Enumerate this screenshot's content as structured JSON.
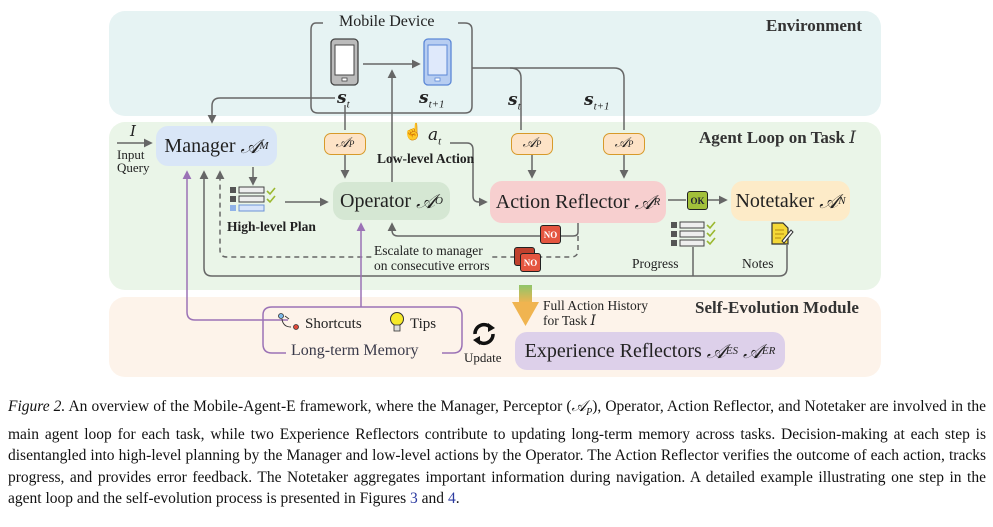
{
  "panels": {
    "environment": "Environment",
    "agent_loop": "Agent Loop on Task",
    "agent_loop_var": "I",
    "self_evolution": "Self-Evolution Module"
  },
  "mobile_device": {
    "label": "Mobile Device",
    "state_current": "s",
    "state_current_sub": "t",
    "state_next": "s",
    "state_next_sub": "t+1"
  },
  "states_right": [
    {
      "symbol": "s",
      "sub": "t"
    },
    {
      "symbol": "s",
      "sub": "t+1"
    }
  ],
  "input": {
    "var": "I",
    "label_line1": "Input",
    "label_line2": "Query"
  },
  "nodes": {
    "manager": {
      "name": "Manager",
      "symbol": "𝒜",
      "sub": "M"
    },
    "operator": {
      "name": "Operator",
      "symbol": "𝒜",
      "sub": "O"
    },
    "action_reflector": {
      "name": "Action Reflector",
      "symbol": "𝒜",
      "sub": "R"
    },
    "notetaker": {
      "name": "Notetaker",
      "symbol": "𝒜",
      "sub": "N"
    },
    "experience_reflectors": {
      "name": "Experience Reflectors",
      "symbol1": "𝒜",
      "sub1": "ES",
      "symbol2": "𝒜",
      "sub2": "ER"
    }
  },
  "perceptor": {
    "symbol": "𝒜",
    "sub": "P"
  },
  "labels": {
    "action_var": "a",
    "action_sub": "t",
    "low_level_action": "Low-level Action",
    "high_level_plan": "High-level Plan",
    "escalate_line1": "Escalate to manager",
    "escalate_line2": "on consecutive errors",
    "progress": "Progress",
    "notes": "Notes",
    "full_history_line1": "Full Action History",
    "full_history_line2": "for Task",
    "full_history_var": "I",
    "update": "Update"
  },
  "badges": {
    "ok": "OK",
    "no": "NO"
  },
  "memory": {
    "title": "Long-term Memory",
    "shortcuts": "Shortcuts",
    "tips": "Tips"
  },
  "icons": [
    "phone-icon",
    "tap-hand-icon",
    "plan-list-icon",
    "checkmark-icon",
    "progress-list-icon",
    "notes-icon",
    "shortcut-path-icon",
    "lightbulb-icon",
    "refresh-cycle-icon"
  ],
  "colors": {
    "environment_bg": "#e6f3f3",
    "agent_loop_bg": "#eaf5e8",
    "self_evolution_bg": "#fdf3ea",
    "manager": "#d9e6f7",
    "operator": "#d5e7d3",
    "action_reflector": "#f7cfcf",
    "notetaker": "#fdebc8",
    "experience_reflectors": "#ddd0ea",
    "perceptor": "#fde3c6",
    "memory_line": "#9b72b6",
    "arrow": "#666666"
  },
  "caption": {
    "figure_label": "Figure 2.",
    "text_1": " An overview of the Mobile-Agent-E framework, where the Manager, Perceptor (",
    "perceptor_symbol": "𝒜",
    "perceptor_sub": "P",
    "text_2": "), Operator, Action Reflector, and Notetaker are involved in the main agent loop for each task, while two Experience Reflectors contribute to updating long-term memory across tasks. Decision-making at each step is disentangled into high-level planning by the Manager and low-level actions by the Operator. The Action Reflector verifies the outcome of each action, tracks progress, and provides error feedback. The Notetaker aggregates important information during navigation. A detailed example illustrating one step in the agent loop and the self-evolution process is presented in Figures ",
    "ref_1": "3",
    "text_3": " and ",
    "ref_2": "4",
    "text_4": "."
  }
}
